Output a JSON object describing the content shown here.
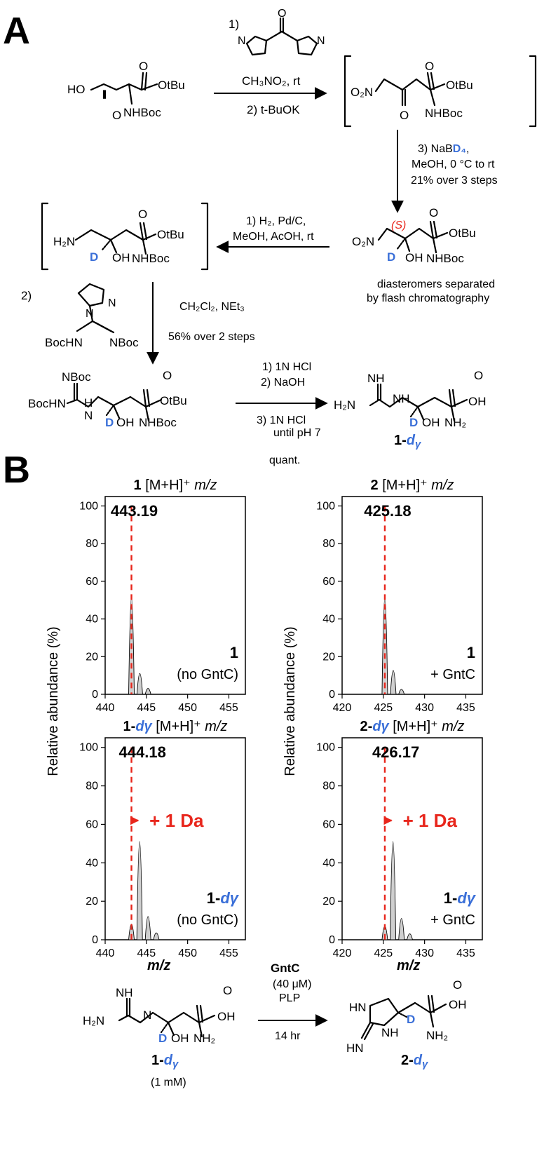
{
  "panel_a": {
    "label": "A",
    "step1": "1)",
    "step1_solvent": "CH₃NO₂, rt",
    "step2": "2)  t-BuOK",
    "step3_a": "3) NaB",
    "step3_d4": "D₄",
    "step3_comma": ",",
    "step3_b": "MeOH, 0 °C to rt",
    "step3_yield": "21% over 3 steps",
    "red_step_a": "1) H₂, Pd/C,",
    "red_step_b": "MeOH, AcOH, rt",
    "diastereomer_note_a": "diasteromers separated",
    "diastereomer_note_b": "by flash chromatography",
    "guan_step": "2)",
    "guan_solvent": "CH₂Cl₂, NEt₃",
    "guan_yield": "56% over 2 steps",
    "deprot_1": "1) 1N HCl",
    "deprot_2": "2) NaOH",
    "deprot_3": "3) 1N HCl",
    "deprot_4": "until pH 7",
    "deprot_yield": "quant.",
    "stereo_label": "(S)",
    "product_num": "1-",
    "product_sub": "d",
    "product_gamma": "γ",
    "labels": {
      "ho": "HO",
      "o": "O",
      "otbu": "OtBu",
      "nhboc": "NHBoc",
      "o2n": "O₂N",
      "h2n": "H₂N",
      "d": "D",
      "oh": "OH",
      "nboc": "NBoc",
      "bochn": "BocHN",
      "h": "H",
      "n": "N",
      "nh": "NH",
      "nh2": "NH₂",
      "hn": "HN"
    }
  },
  "panel_b": {
    "label": "B",
    "y_axis_label": "Relative abundance (%)",
    "x_axis_label": "m/z",
    "shift_label": "+ 1 Da",
    "chart_data": [
      {
        "type": "line",
        "title_bold": "1",
        "title_rest": " [M+H]⁺ ",
        "title_italic": "m/z",
        "peak_label": "443.19",
        "sample_bold": "1",
        "sample_note": "(no GntC)",
        "xlim": [
          440,
          457
        ],
        "ylim": [
          0,
          105
        ],
        "xticks": [
          440,
          445,
          450,
          455
        ],
        "yticks": [
          0,
          20,
          40,
          60,
          80,
          100
        ],
        "peaks": [
          {
            "x": 443.19,
            "y": 100
          },
          {
            "x": 444.2,
            "y": 20
          },
          {
            "x": 445.2,
            "y": 4
          }
        ],
        "ref_line_x": 443.19
      },
      {
        "type": "line",
        "title_bold": "2",
        "title_rest": " [M+H]⁺ ",
        "title_italic": "m/z",
        "peak_label": "425.18",
        "sample_bold": "1",
        "sample_note": "+ GntC",
        "xlim": [
          420,
          437
        ],
        "ylim": [
          0,
          105
        ],
        "xticks": [
          420,
          425,
          430,
          435
        ],
        "yticks": [
          0,
          20,
          40,
          60,
          80,
          100
        ],
        "peaks": [
          {
            "x": 425.18,
            "y": 100
          },
          {
            "x": 426.2,
            "y": 23
          },
          {
            "x": 427.2,
            "y": 3
          }
        ],
        "ref_line_x": 425.18
      },
      {
        "type": "line",
        "title_bold": "1-",
        "title_blue": "dγ",
        "title_rest": " [M+H]⁺ ",
        "title_italic": "m/z",
        "peak_label": "444.18",
        "sample_bold": "1-",
        "sample_blue": "dγ",
        "sample_note": "(no GntC)",
        "xlim": [
          440,
          457
        ],
        "ylim": [
          0,
          105
        ],
        "xticks": [
          440,
          445,
          450,
          455
        ],
        "yticks": [
          0,
          20,
          40,
          60,
          80,
          100
        ],
        "peaks": [
          {
            "x": 443.19,
            "y": 14
          },
          {
            "x": 444.18,
            "y": 100
          },
          {
            "x": 445.2,
            "y": 22
          },
          {
            "x": 446.2,
            "y": 5
          }
        ],
        "ref_line_x": 443.19
      },
      {
        "type": "line",
        "title_bold": "2-",
        "title_blue": "dγ",
        "title_rest": " [M+H]⁺ ",
        "title_italic": "m/z",
        "peak_label": "426.17",
        "sample_bold": "1-",
        "sample_blue": "dγ",
        "sample_note": "+ GntC",
        "xlim": [
          420,
          437
        ],
        "ylim": [
          0,
          105
        ],
        "xticks": [
          420,
          425,
          430,
          435
        ],
        "yticks": [
          0,
          20,
          40,
          60,
          80,
          100
        ],
        "peaks": [
          {
            "x": 425.18,
            "y": 12
          },
          {
            "x": 426.17,
            "y": 100
          },
          {
            "x": 427.2,
            "y": 20
          },
          {
            "x": 428.2,
            "y": 4
          }
        ],
        "ref_line_x": 425.18
      }
    ]
  },
  "bottom_scheme": {
    "enzyme": "GntC",
    "enzyme_conc": "(40 μM)",
    "cofactor": "PLP",
    "time": "14 hr",
    "substrate_num": "1-",
    "substrate_sub": "d",
    "substrate_gamma": "γ",
    "substrate_conc": "(1 mM)",
    "product_num": "2-",
    "product_sub": "d",
    "product_gamma": "γ"
  }
}
